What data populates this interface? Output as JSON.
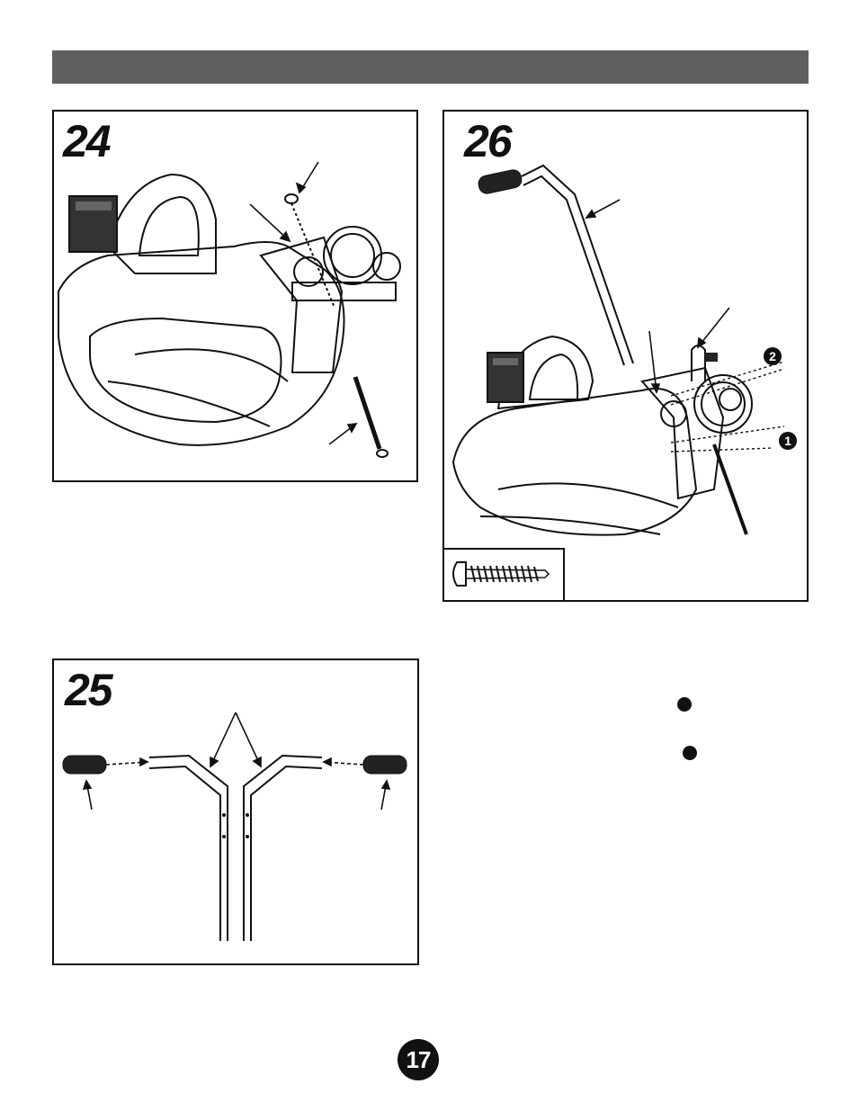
{
  "steps": [
    {
      "number": "24"
    },
    {
      "number": "25"
    },
    {
      "number": "26"
    }
  ],
  "callouts": [
    "1",
    "2"
  ],
  "page": {
    "number": "17"
  },
  "colors": {
    "header_bar": "#5f5f5f",
    "ink": "#111111"
  }
}
